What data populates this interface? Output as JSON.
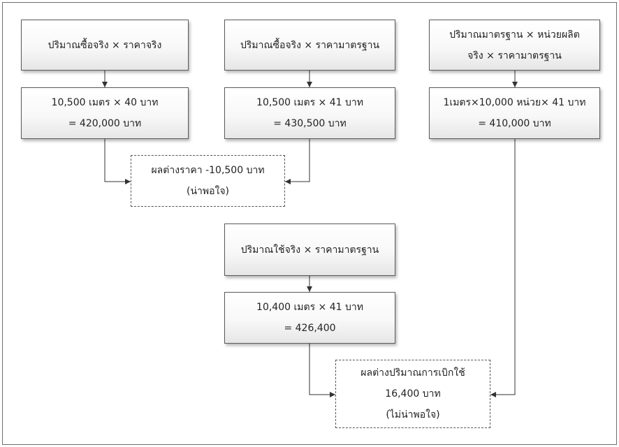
{
  "diagram": {
    "box_a1": {
      "line1": "ปริมาณซื้อจริง × ราคาจริง"
    },
    "box_a2": {
      "line1": "10,500 เมตร × 40 บาท",
      "line2": "= 420,000 บาท"
    },
    "box_b1": {
      "line1": "ปริมาณซื้อจริง × ราคามาตรฐาน"
    },
    "box_b2": {
      "line1": "10,500 เมตร × 41 บาท",
      "line2": "= 430,500 บาท"
    },
    "box_c1": {
      "line1": "ปริมาณมาตรฐาน × หน่วยผลิต",
      "line2": "จริง × ราคามาตรฐาน"
    },
    "box_c2": {
      "line1": "1เมตร×10,000 หน่วย× 41 บาท",
      "line2": "= 410,000 บาท"
    },
    "price_variance": {
      "line1": "ผลต่างราคา -10,500 บาท",
      "line2": "(น่าพอใจ)"
    },
    "box_d1": {
      "line1": "ปริมาณใช้จริง × ราคามาตรฐาน"
    },
    "box_d2": {
      "line1": "10,400 เมตร × 41 บาท",
      "line2": "= 426,400"
    },
    "usage_variance": {
      "line1": "ผลต่างปริมาณการเบิกใช้",
      "line2": "16,400 บาท",
      "line3": "(ไม่น่าพอใจ)"
    }
  }
}
